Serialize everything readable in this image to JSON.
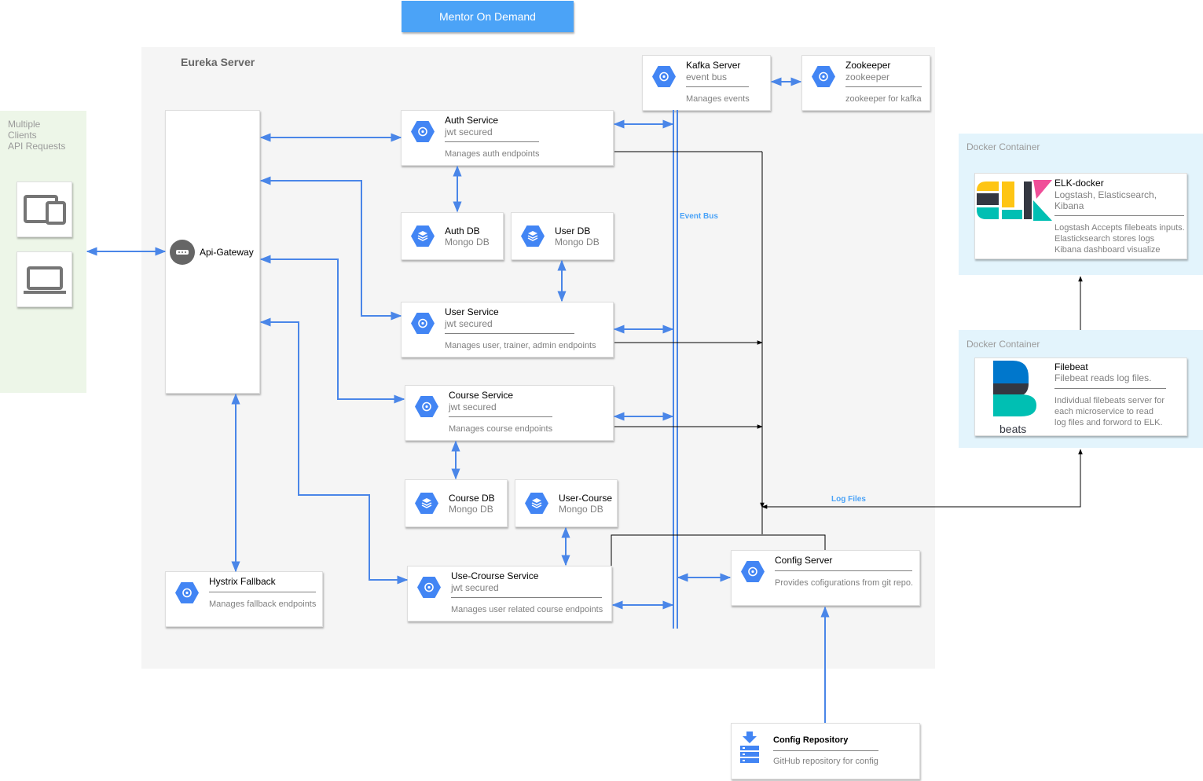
{
  "title": "Mentor On Demand",
  "eureka_label": "Eureka Server",
  "clients_label": [
    "Multiple",
    "Clients",
    "API Requests"
  ],
  "docker_elk_label": "Docker Container",
  "docker_filebeat_label": "Docker Container",
  "event_bus_label": "Event Bus",
  "log_files_label": "Log Files",
  "gateway": {
    "title": "Api-Gateway"
  },
  "kafka": {
    "title": "Kafka Server",
    "subtitle": "event bus",
    "desc": "Manages events"
  },
  "zookeeper": {
    "title": "Zookeeper",
    "subtitle": "zookeeper",
    "desc": "zookeeper for kafka"
  },
  "auth_service": {
    "title": "Auth Service",
    "subtitle": "jwt secured",
    "desc": "Manages auth endpoints"
  },
  "auth_db": {
    "title": "Auth DB",
    "subtitle": "Mongo DB"
  },
  "user_db": {
    "title": "User DB",
    "subtitle": "Mongo DB"
  },
  "user_service": {
    "title": "User Service",
    "subtitle": "jwt secured",
    "desc": "Manages user, trainer, admin endpoints"
  },
  "course_service": {
    "title": "Course Service",
    "subtitle": "jwt secured",
    "desc": "Manages course endpoints"
  },
  "course_db": {
    "title": "Course DB",
    "subtitle": "Mongo DB"
  },
  "user_course_db": {
    "title": "User-Course",
    "subtitle": "Mongo DB"
  },
  "use_course_service": {
    "title": "Use-Crourse Service",
    "subtitle": "jwt secured",
    "desc": "Manages user related course endpoints"
  },
  "hystrix": {
    "title": "Hystrix Fallback",
    "desc": "Manages fallback endpoints"
  },
  "config_server": {
    "title": "Config Server",
    "desc": "Provides cofigurations from git repo."
  },
  "config_repo": {
    "title": "Config Repository",
    "desc": "GitHub repository for config"
  },
  "elk": {
    "title": "ELK-docker",
    "subtitle_line1": "Logstash, Elasticsearch,",
    "subtitle_line2": " Kibana",
    "desc_line1": "Logstash Accepts filebeats inputs.",
    "desc_line2": "Elasticksearch stores logs",
    "desc_line3": "Kibana dashboard visualize"
  },
  "filebeat": {
    "title": "Filebeat",
    "subtitle": "Filebeat reads log files.",
    "desc_line1": "Individual filebeats server for",
    "desc_line2": "each microservice to read",
    "desc_line3": "log files and forword to ELK.",
    "logo_text": "beats"
  },
  "colors": {
    "accent": "#4ba3f7",
    "service_icon": "#4285f4",
    "eureka_bg": "#f5f5f5",
    "clients_bg": "#edf6e8",
    "docker_bg": "#e3f4fc",
    "connector_blue": "#4a86e8",
    "connector_black": "#000000"
  }
}
